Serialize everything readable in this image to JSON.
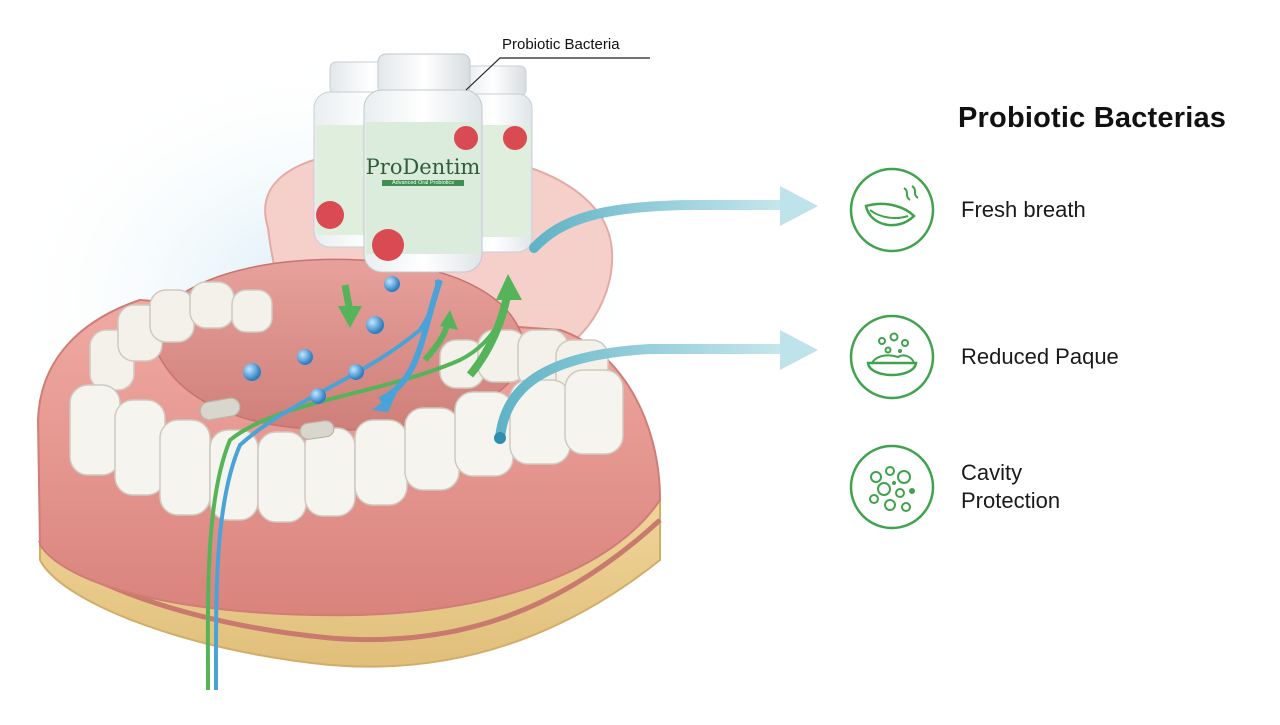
{
  "callout": {
    "label": "Probiotic Bacteria"
  },
  "product": {
    "brand": "ProDentim",
    "subtitle": "Advanced Oral Probiotics"
  },
  "panel": {
    "title": "Probiotic Bacterias",
    "accent_color": "#3fa34d",
    "benefits": [
      {
        "label": "Fresh breath",
        "icon": "mouth-breath-icon"
      },
      {
        "label": "Reduced Paque",
        "icon": "plaque-bowl-icon"
      },
      {
        "label": "Cavity\nProtection",
        "icon": "bubbles-icon"
      }
    ]
  },
  "colors": {
    "gum": "#e79a93",
    "tongue": "#d98b86",
    "tooth": "#f3f1ea",
    "base": "#e7c98a",
    "flow_blue": "#4aa3d8",
    "flow_green": "#55b45a",
    "arrow_teal": "#7ec3cf"
  }
}
